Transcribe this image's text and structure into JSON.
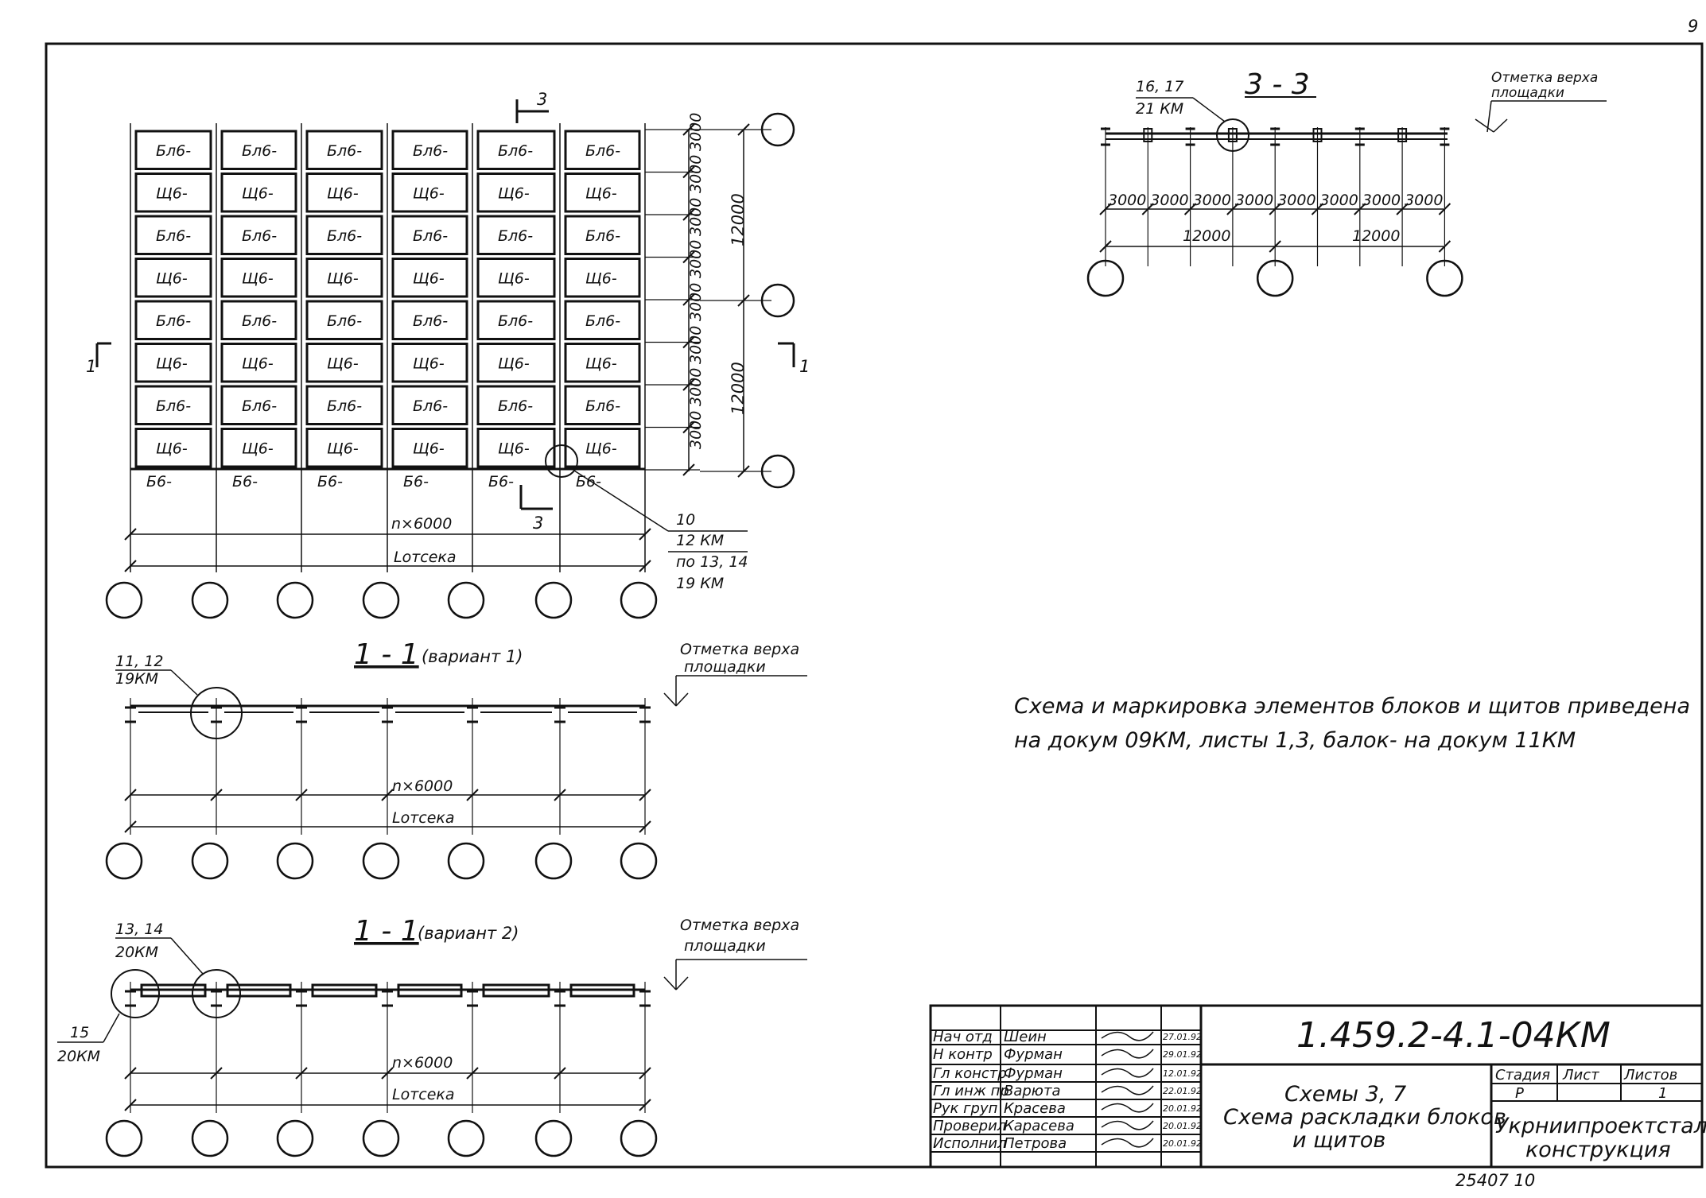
{
  "page_number": "9",
  "plan": {
    "block_label": "Бл6-",
    "shield_label": "Щ6-",
    "beam_label": "Б6-",
    "row_dims": [
      "3000",
      "3000",
      "3000",
      "3000",
      "3000",
      "3000",
      "3000",
      "3000"
    ],
    "span_dims": [
      "12000",
      "12000"
    ],
    "bay_dim": "n×6000",
    "length_dim": "Lотсека",
    "cut_marker_1": "1",
    "cut_marker_3": "3",
    "node_ref": {
      "top": "10",
      "mid": "12 КМ",
      "line3": "по 13, 14",
      "bottom": "19 КМ"
    }
  },
  "section_33": {
    "title": "3 - 3",
    "node_ref_top": "16, 17",
    "node_ref_bottom": "21 КМ",
    "level_line1": "Отметка верха",
    "level_line2": "площадки",
    "dims": [
      "3000",
      "3000",
      "3000",
      "3000",
      "3000",
      "3000",
      "3000",
      "3000"
    ],
    "span_dims": [
      "12000",
      "12000"
    ]
  },
  "section_11_v1": {
    "title_num": "1 - 1",
    "title_suffix": "(вариант 1)",
    "node_ref_top": "11, 12",
    "node_ref_bottom": "19КМ",
    "level_line1": "Отметка верха",
    "level_line2": "площадки",
    "bay_dim": "n×6000",
    "length_dim": "Lотсека"
  },
  "section_11_v2": {
    "title_num": "1 - 1",
    "title_suffix": "(вариант 2)",
    "node_ref_top": "13, 14",
    "node_ref_bottom": "20КМ",
    "node_ref2_top": "15",
    "node_ref2_bottom": "20КМ",
    "level_line1": "Отметка верха",
    "level_line2": "площадки",
    "bay_dim": "n×6000",
    "length_dim": "Lотсека"
  },
  "note": {
    "line1": "Схема и маркировка элементов блоков и щитов приведена",
    "line2": "на докум 09КМ, листы 1,3, балок- на докум 11КМ"
  },
  "title_block": {
    "doc_code": "1.459.2-4.1-04КМ",
    "sheet_title_1": "Схемы 3, 7",
    "sheet_title_2": "Схема раскладки блоков",
    "sheet_title_3": "и щитов",
    "stage_header": "Стадия",
    "sheet_header": "Лист",
    "sheets_header": "Листов",
    "stage_value": "Р",
    "sheets_value": "1",
    "organization_1": "Укрниипроектсталь-",
    "organization_2": "конструкция",
    "signatures": [
      {
        "role": "Нач отд",
        "name": "Шеин",
        "date": "27.01.92"
      },
      {
        "role": "Н контр",
        "name": "Фурман",
        "date": "29.01.92"
      },
      {
        "role": "Гл констр",
        "name": "Фурман",
        "date": "12.01.92"
      },
      {
        "role": "Гл инж пр",
        "name": "Варюта",
        "date": "22.01.92"
      },
      {
        "role": "Рук груп",
        "name": "Красева",
        "date": "20.01.92"
      },
      {
        "role": "Проверил",
        "name": "Карасева",
        "date": "20.01.92"
      },
      {
        "role": "Исполнил",
        "name": "Петрова",
        "date": "20.01.92"
      }
    ]
  },
  "inventory_number": "25407 10"
}
